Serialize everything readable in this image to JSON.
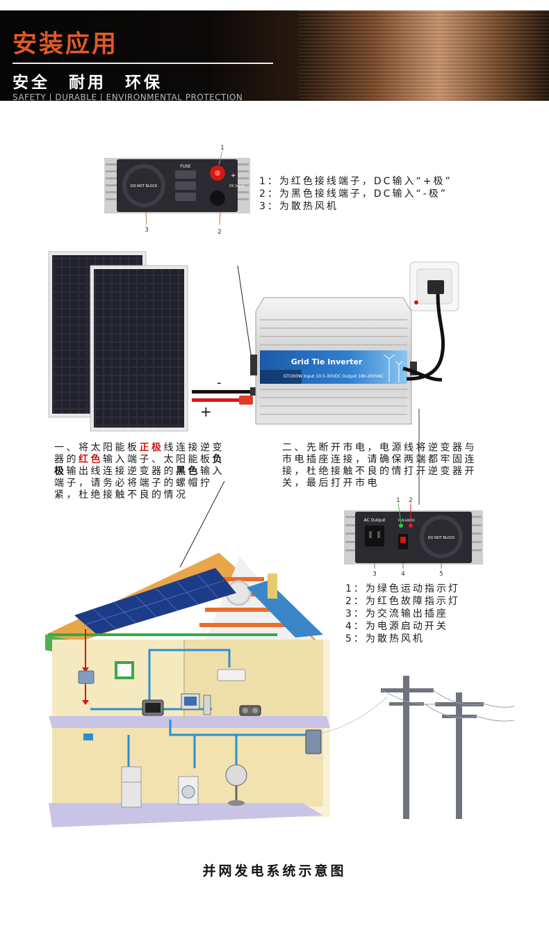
{
  "header": {
    "title": "安装应用",
    "subtitle": "安全　耐用　环保",
    "english": "SAFETY | DURABLE | ENVIRONMENTAL PROTECTION"
  },
  "top_panel": {
    "labels": {
      "fuse": "FUSE",
      "do_not_block": "DO NOT BLOCK",
      "dc_input": "DC Input"
    },
    "callouts": [
      "1",
      "2",
      "3"
    ],
    "notes": [
      "1：为红色接线端子，DC输入“+极”",
      "2：为黑色接线端子，DC输入“-极”",
      "3：为散热风机"
    ]
  },
  "inverter": {
    "label_title": "Grid Tie Inverter",
    "label_spec": "GTI300W  Input 10.5-30VDC Output 180-260VAC",
    "minus": "-",
    "plus": "+"
  },
  "step1": {
    "p1": "一、将太阳能板",
    "h1": "正极",
    "p2": "线连接逆变器的",
    "h2": "红色",
    "p3": "输入端子、太阳能板",
    "b1": "负极",
    "p4": "输出线连接逆变器的",
    "b2": "黑色",
    "p5": "输入端子，请务必将端子的螺帽拧紧，杜绝接触不良的情况"
  },
  "step2": {
    "text": "二、先断开市电，电源线将逆变器与市电插座连接，请确保两端都牢固连接，杜绝接触不良的情打开逆变器开关，最后打开市电"
  },
  "ac_panel": {
    "labels": {
      "ac_output": "AC Output",
      "run_error": "RUN ERROR",
      "do_not_block": "DO NOT BLOCK"
    },
    "callouts": [
      "1",
      "2",
      "3",
      "4",
      "5"
    ],
    "notes": [
      "1：为绿色运动指示灯",
      "2：为红色故障指示灯",
      "3：为交流输出插座",
      "4：为电源启动开关",
      "5：为散热风机"
    ]
  },
  "caption": "并网发电系统示意图",
  "colors": {
    "accent_orange": "#e05a28",
    "highlight_red": "#d11a12",
    "panel_dark": "#2a2a30",
    "wire_blue": "#2a8fd0",
    "house_wall": "#f3e6b8",
    "floor_lavender": "#c9c3e6"
  }
}
